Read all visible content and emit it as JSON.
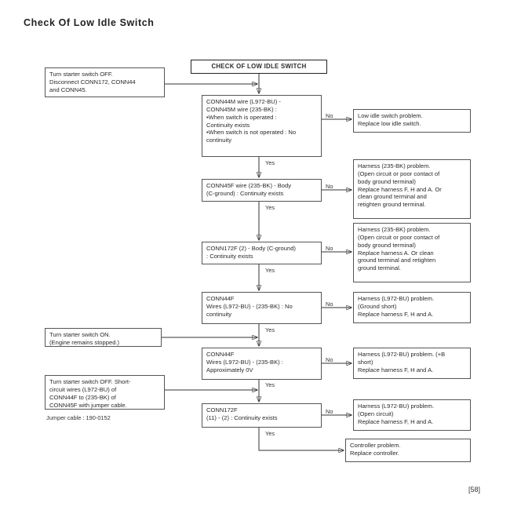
{
  "page_title": "Check Of Low Idle Switch",
  "flow_title": "CHECK OF LOW IDLE SWITCH",
  "side_notes": [
    [
      "Turn starter switch OFF.",
      "Disconnect CONN172, CONN44",
      "and CONN45."
    ],
    [
      "Turn starter switch ON.",
      "(Engine remains stopped.)"
    ],
    [
      "Turn starter switch OFF. Short-",
      "circuit wires (L972-BU) of",
      "CONN44F to (235-BK) of",
      "CONN45F with jumper cable."
    ]
  ],
  "jumper_note": "Jumper cable : 190-0152",
  "checks": [
    [
      "CONN44M wire (L972-BU) -",
      "CONN45M wire (235-BK) :",
      "•When switch is operated :",
      "Continuity exists",
      "•When switch is not operated : No",
      "continuity"
    ],
    [
      "CONN45F wire (235-BK) - Body",
      "(C-ground) : Continuity exists"
    ],
    [
      "CONN172F (2) - Body (C-ground)",
      ": Continuity exists"
    ],
    [
      "CONN44F",
      "Wires (L972-BU) - (235-BK) : No",
      "continuity"
    ],
    [
      "CONN44F",
      "Wires (L972-BU) - (235-BK) :",
      "Approximately 0V"
    ],
    [
      "CONN172F",
      "(11) - (2) : Continuity exists"
    ]
  ],
  "results": [
    [
      "Low idle switch problem.",
      "Replace low idle switch."
    ],
    [
      "Harness (235-BK) problem.",
      "(Open circuit or poor contact of",
      "body ground terminal)",
      "Replace harness F, H and A. Or",
      "clean ground terminal and",
      "retighten ground terminal."
    ],
    [
      "Harness (235-BK) problem.",
      "(Open circuit or poor contact of",
      "body ground terminal)",
      "Replace harness A. Or clean",
      "ground terminal and retighten",
      "ground terminal."
    ],
    [
      "Harness (L972-BU) problem.",
      "(Ground short)",
      "Replace harness F, H and A."
    ],
    [
      "Harness (L972-BU) problem. (+B",
      "short)",
      "Replace harness F, H and A."
    ],
    [
      "Harness (L972-BU) problem.",
      "(Open circuit)",
      "Replace harness F, H and A."
    ],
    [
      "Controller problem.",
      "Replace controller."
    ]
  ],
  "yes_label": "Yes",
  "no_label": "No",
  "page_number": "[58]"
}
